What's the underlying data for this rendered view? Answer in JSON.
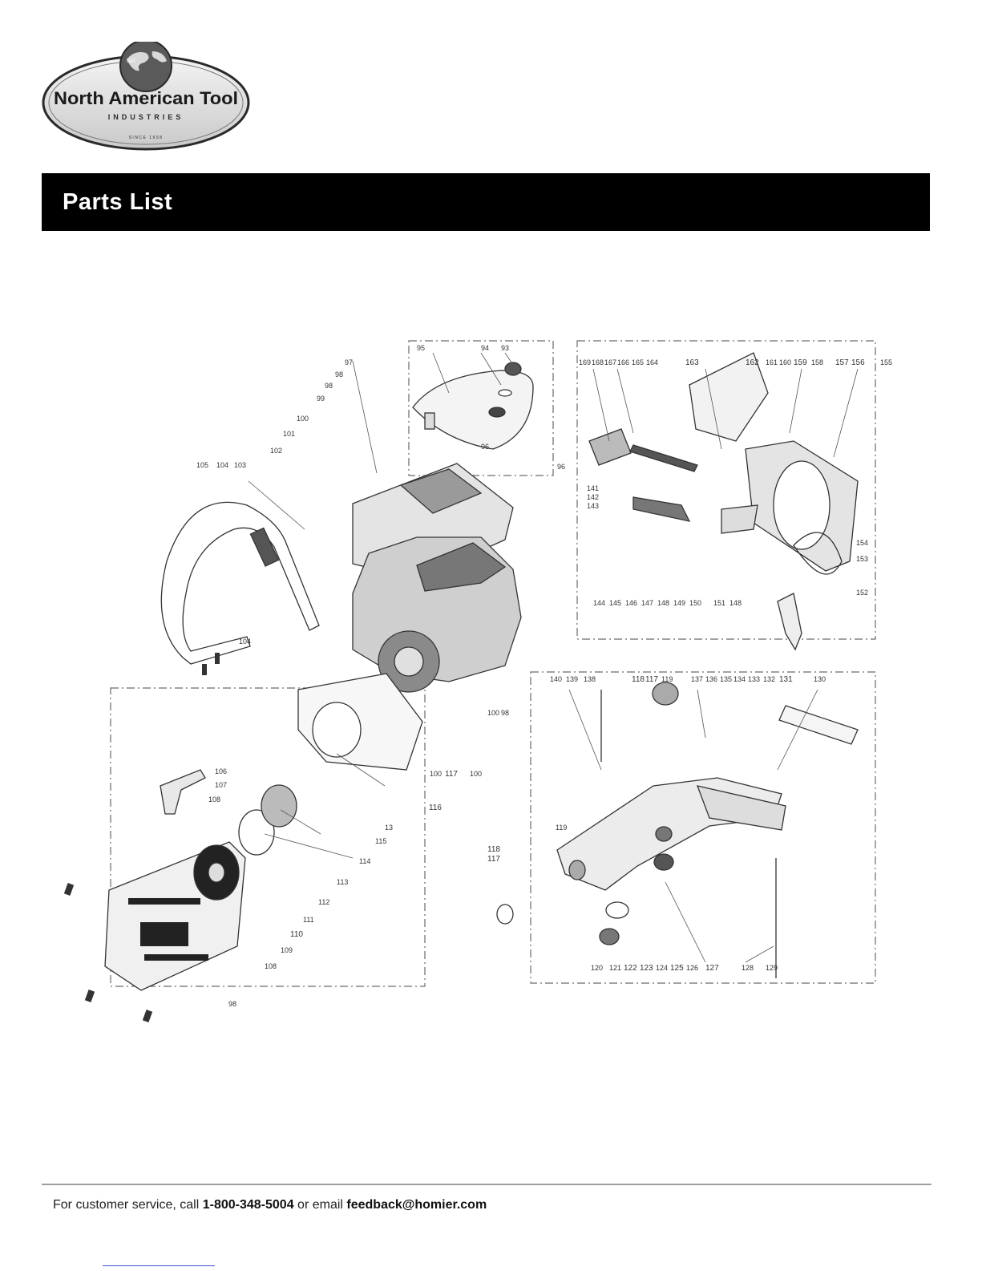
{
  "brand": {
    "name": "North American Tool",
    "sub": "INDUSTRIES",
    "since": "SINCE 1958",
    "globe_badge": "NAT"
  },
  "header": {
    "title": "Parts List"
  },
  "diagram": {
    "box_top_cover": [
      "95",
      "94",
      "93",
      "96"
    ],
    "center_upper": [
      "97",
      "98",
      "98",
      "99",
      "100",
      "101",
      "102",
      "103",
      "104",
      "105",
      "96",
      "104",
      "100",
      "98"
    ],
    "box_clutch_cover": [
      "169",
      "168",
      "167",
      "166",
      "165",
      "164",
      "163",
      "162",
      "161",
      "160",
      "159",
      "158",
      "157",
      "156",
      "155",
      "141",
      "142",
      "143",
      "144",
      "145",
      "146",
      "147",
      "148",
      "149",
      "150",
      "151",
      "148",
      "154",
      "153",
      "152"
    ],
    "box_starter": [
      "106",
      "107",
      "108",
      "116",
      "13",
      "115",
      "114",
      "113",
      "112",
      "111",
      "110",
      "109",
      "108",
      "98",
      "100",
      "117",
      "100"
    ],
    "box_handle": [
      "140",
      "139",
      "138",
      "118",
      "117",
      "119",
      "137",
      "136",
      "135",
      "134",
      "133",
      "132",
      "131",
      "130",
      "119",
      "118",
      "117",
      "120",
      "121",
      "122",
      "123",
      "124",
      "125",
      "126",
      "127",
      "128",
      "129"
    ]
  },
  "footer": {
    "prefix": "For customer service, call ",
    "phone": "1-800-348-5004",
    "middle": " or email ",
    "email": "feedback@homier.com"
  }
}
